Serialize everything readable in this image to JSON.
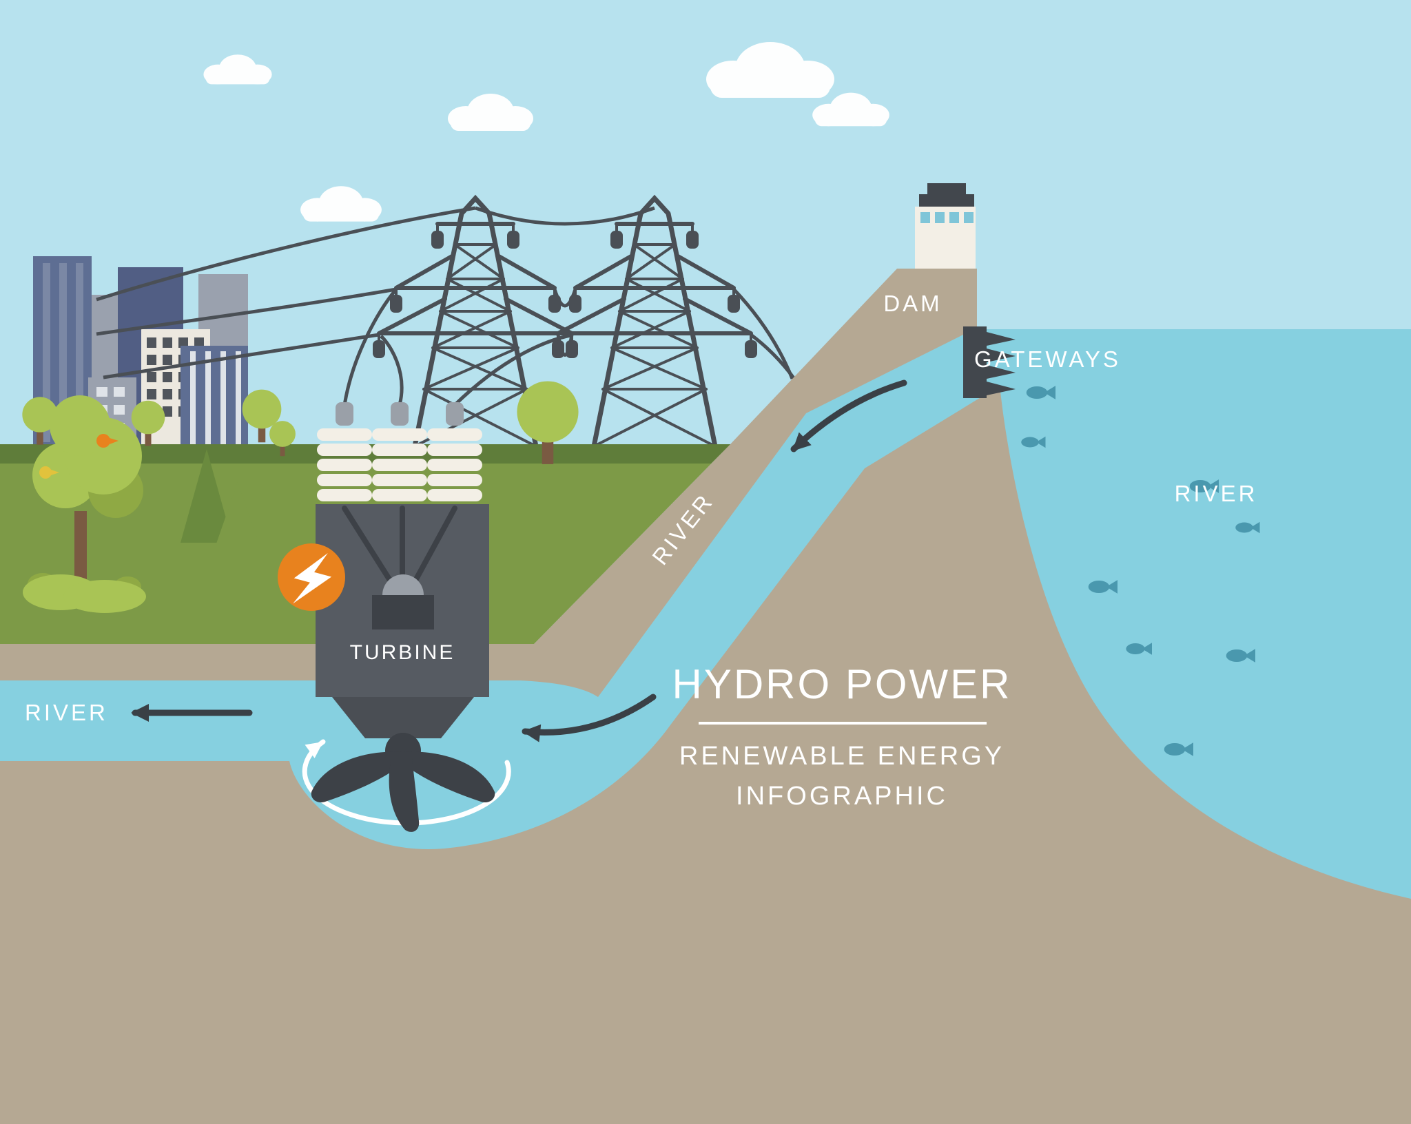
{
  "infographic": {
    "title": "HYDRO POWER",
    "subtitle_line1": "RENEWABLE ENERGY",
    "subtitle_line2": "INFOGRAPHIC"
  },
  "labels": {
    "dam": "DAM",
    "gateways": "GATEWAYS",
    "river_reservoir": "RIVER",
    "river_penstock": "RIVER",
    "river_outflow": "RIVER",
    "turbine": "TURBINE"
  },
  "icons": {
    "energy_badge": "lightning-bolt-icon"
  },
  "colors": {
    "sky": "#b7e2ee",
    "cloud": "#fdfefe",
    "water": "#86d0e0",
    "ground": "#b5a893",
    "grass": "#7d9a47",
    "grass_dark": "#5f7d3a",
    "dark": "#42474d",
    "steel": "#4a4f55",
    "structure": "#565b62",
    "structure_deep": "#3d4147",
    "funnel": "#4a4e54",
    "cream": "#f3efe6",
    "cap_gray": "#9aa0a8",
    "orange": "#e8821e",
    "text": "#ffffff",
    "tree": "#a9c455",
    "tree_dark": "#8fa944",
    "pine": "#6a8a3e",
    "trunk": "#7a5a42",
    "fish": "#4a98ae",
    "arrow": "#3a4046",
    "window_blue": "#7fc5d8",
    "building_dark": "#515e84",
    "building_mid": "#5e6e93",
    "building_stripe": "#7b88a5",
    "building_gray": "#9aa1ae",
    "building_light": "#ece8df",
    "window_dark": "#50555c",
    "window_light": "#dfe3e8",
    "bird_orange": "#e8821e",
    "bird_yellow": "#e2c23c"
  }
}
